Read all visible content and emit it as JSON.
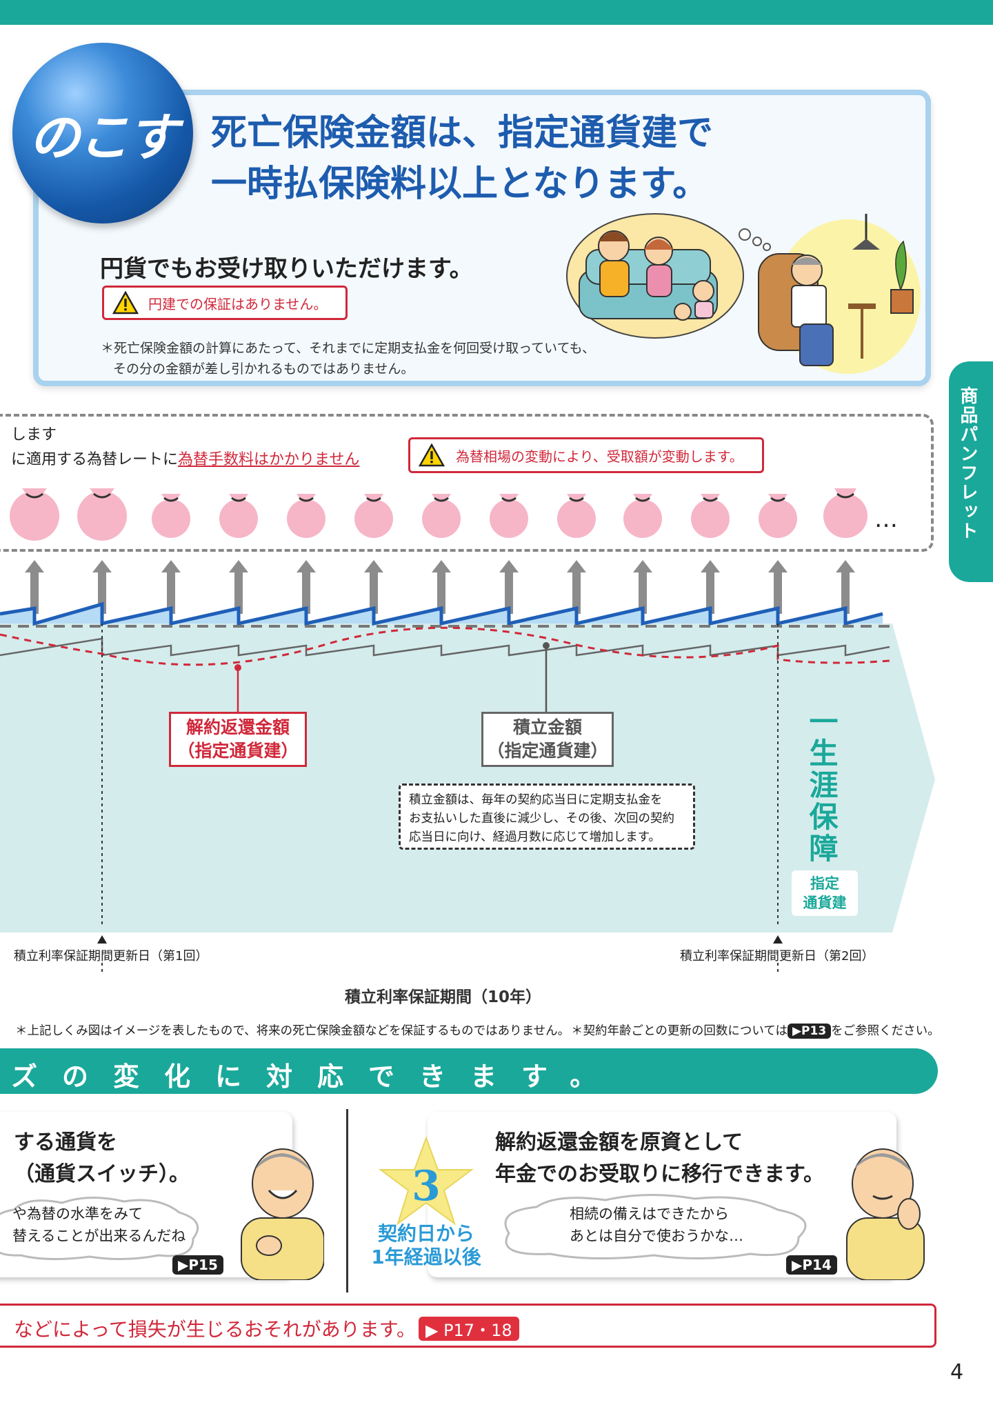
{
  "header": {
    "badge": "のこす",
    "headline_line1": "死亡保険金額は、指定通貨建で",
    "headline_line2": "一時払保険料以上となります。",
    "subtitle": "円貨でもお受け取りいただけます。",
    "warning": "円建での保証はありません。",
    "note_line1": "＊死亡保険金額の計算にあたって、それまでに定期支払金を何回受け取っていても、",
    "note_line2": "その分の金額が差し引かれるものではありません。"
  },
  "side_tab": "商品パンフレット",
  "band": {
    "line1": "します",
    "line2_prefix": "に適用する為替レートに",
    "line2_highlight": "為替手数料はかかりません",
    "warning": "為替相場の変動により、受取額が変動します。",
    "ellipsis": "…"
  },
  "chart": {
    "label_surrender_line1": "解約返還金額",
    "label_surrender_line2": "（指定通貨建）",
    "label_accum_line1": "積立金額",
    "label_accum_line2": "（指定通貨建）",
    "note_line1": "積立金額は、毎年の契約応当日に定期支払金を",
    "note_line2": "お支払いした直後に減少し、その後、次回の契約",
    "note_line3": "応当日に向け、経過月数に応じて増加します。",
    "lifetime": "一生涯保障",
    "currency_line1": "指定",
    "currency_line2": "通貨建",
    "renew1": "積立利率保証期間更新日（第1回）",
    "renew2": "積立利率保証期間更新日（第2回）",
    "period": "積立利率保証期間（10年）"
  },
  "footnotes": {
    "note_left": "＊上記しくみ図はイメージを表したもので、将来の死亡保険金額などを保証するものではありません。",
    "note_right_prefix": "＊契約年齢ごとの更新の回数については",
    "note_right_page": "P13",
    "note_right_suffix": "をご参照ください。"
  },
  "banner": "ズの変化に対応できます。",
  "panel_left": {
    "title_line1": "する通貨を",
    "title_line2": "（通貨スイッチ）。",
    "bubble_line1": "や為替の水準をみて",
    "bubble_line2": "替えることが出来るんだね",
    "page_ref": "P15"
  },
  "panel_right": {
    "star_number": "3",
    "star_line1": "契約日から",
    "star_line2": "1年経過以後",
    "title_line1": "解約返還金額を原資として",
    "title_line2": "年金でのお受取りに移行できます。",
    "bubble_line1": "相続の備えはできたから",
    "bubble_line2": "あとは自分で使おうかな…",
    "page_ref": "P14"
  },
  "risk": {
    "text": "などによって損失が生じるおそれがあります。",
    "page_ref": "P17・18"
  },
  "page_number": "4"
}
